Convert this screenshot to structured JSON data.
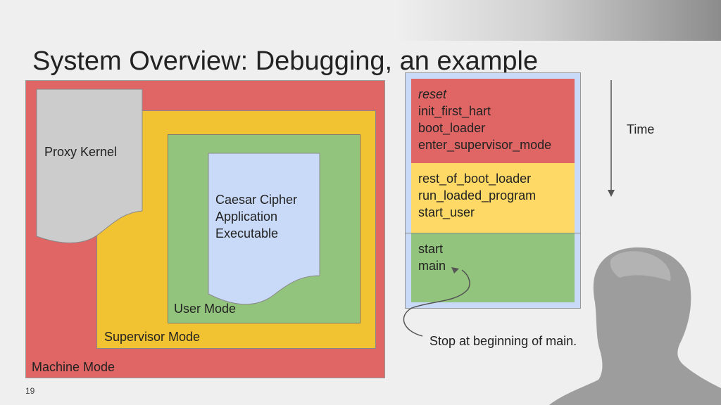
{
  "slide": {
    "title": "System Overview: Debugging, an example",
    "page_number": "19"
  },
  "layers": {
    "machine_mode": "Machine Mode",
    "supervisor_mode": "Supervisor Mode",
    "user_mode": "User Mode",
    "proxy_kernel": "Proxy Kernel",
    "application": [
      "Caesar Cipher",
      "Application",
      "Executable"
    ]
  },
  "timeline": {
    "time_label": "Time",
    "segments": [
      {
        "color": "#e06666",
        "lines": [
          "reset",
          "init_first_hart",
          "boot_loader",
          "enter_supervisor_mode"
        ]
      },
      {
        "color": "#ffd966",
        "lines": [
          "rest_of_boot_loader",
          "run_loaded_program",
          "start_user"
        ]
      },
      {
        "color": "#93c47d",
        "lines": [
          "start",
          "main"
        ]
      }
    ]
  },
  "annotation": {
    "note": "Stop at beginning of main."
  },
  "colors": {
    "machine": "#e06666",
    "supervisor": "#f1c232",
    "user": "#93c47d",
    "document": "#c9daf8",
    "proxy_kernel": "#cccccc"
  }
}
